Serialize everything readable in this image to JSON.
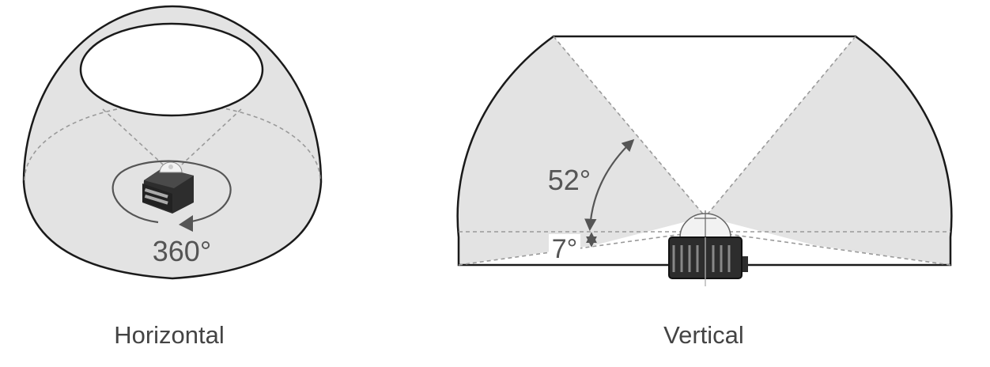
{
  "horizontal": {
    "caption": "Horizontal",
    "angle_label": "360°",
    "coverage_deg": 360
  },
  "vertical": {
    "caption": "Vertical",
    "upper_angle_label": "52°",
    "upper_angle_deg": 52,
    "lower_angle_label": "7°",
    "lower_angle_deg": 7
  },
  "colors": {
    "shade": "#e3e3e3",
    "outline": "#1a1a1a",
    "dashed": "#9a9a9a",
    "arrow": "#555555",
    "text": "#555555"
  }
}
